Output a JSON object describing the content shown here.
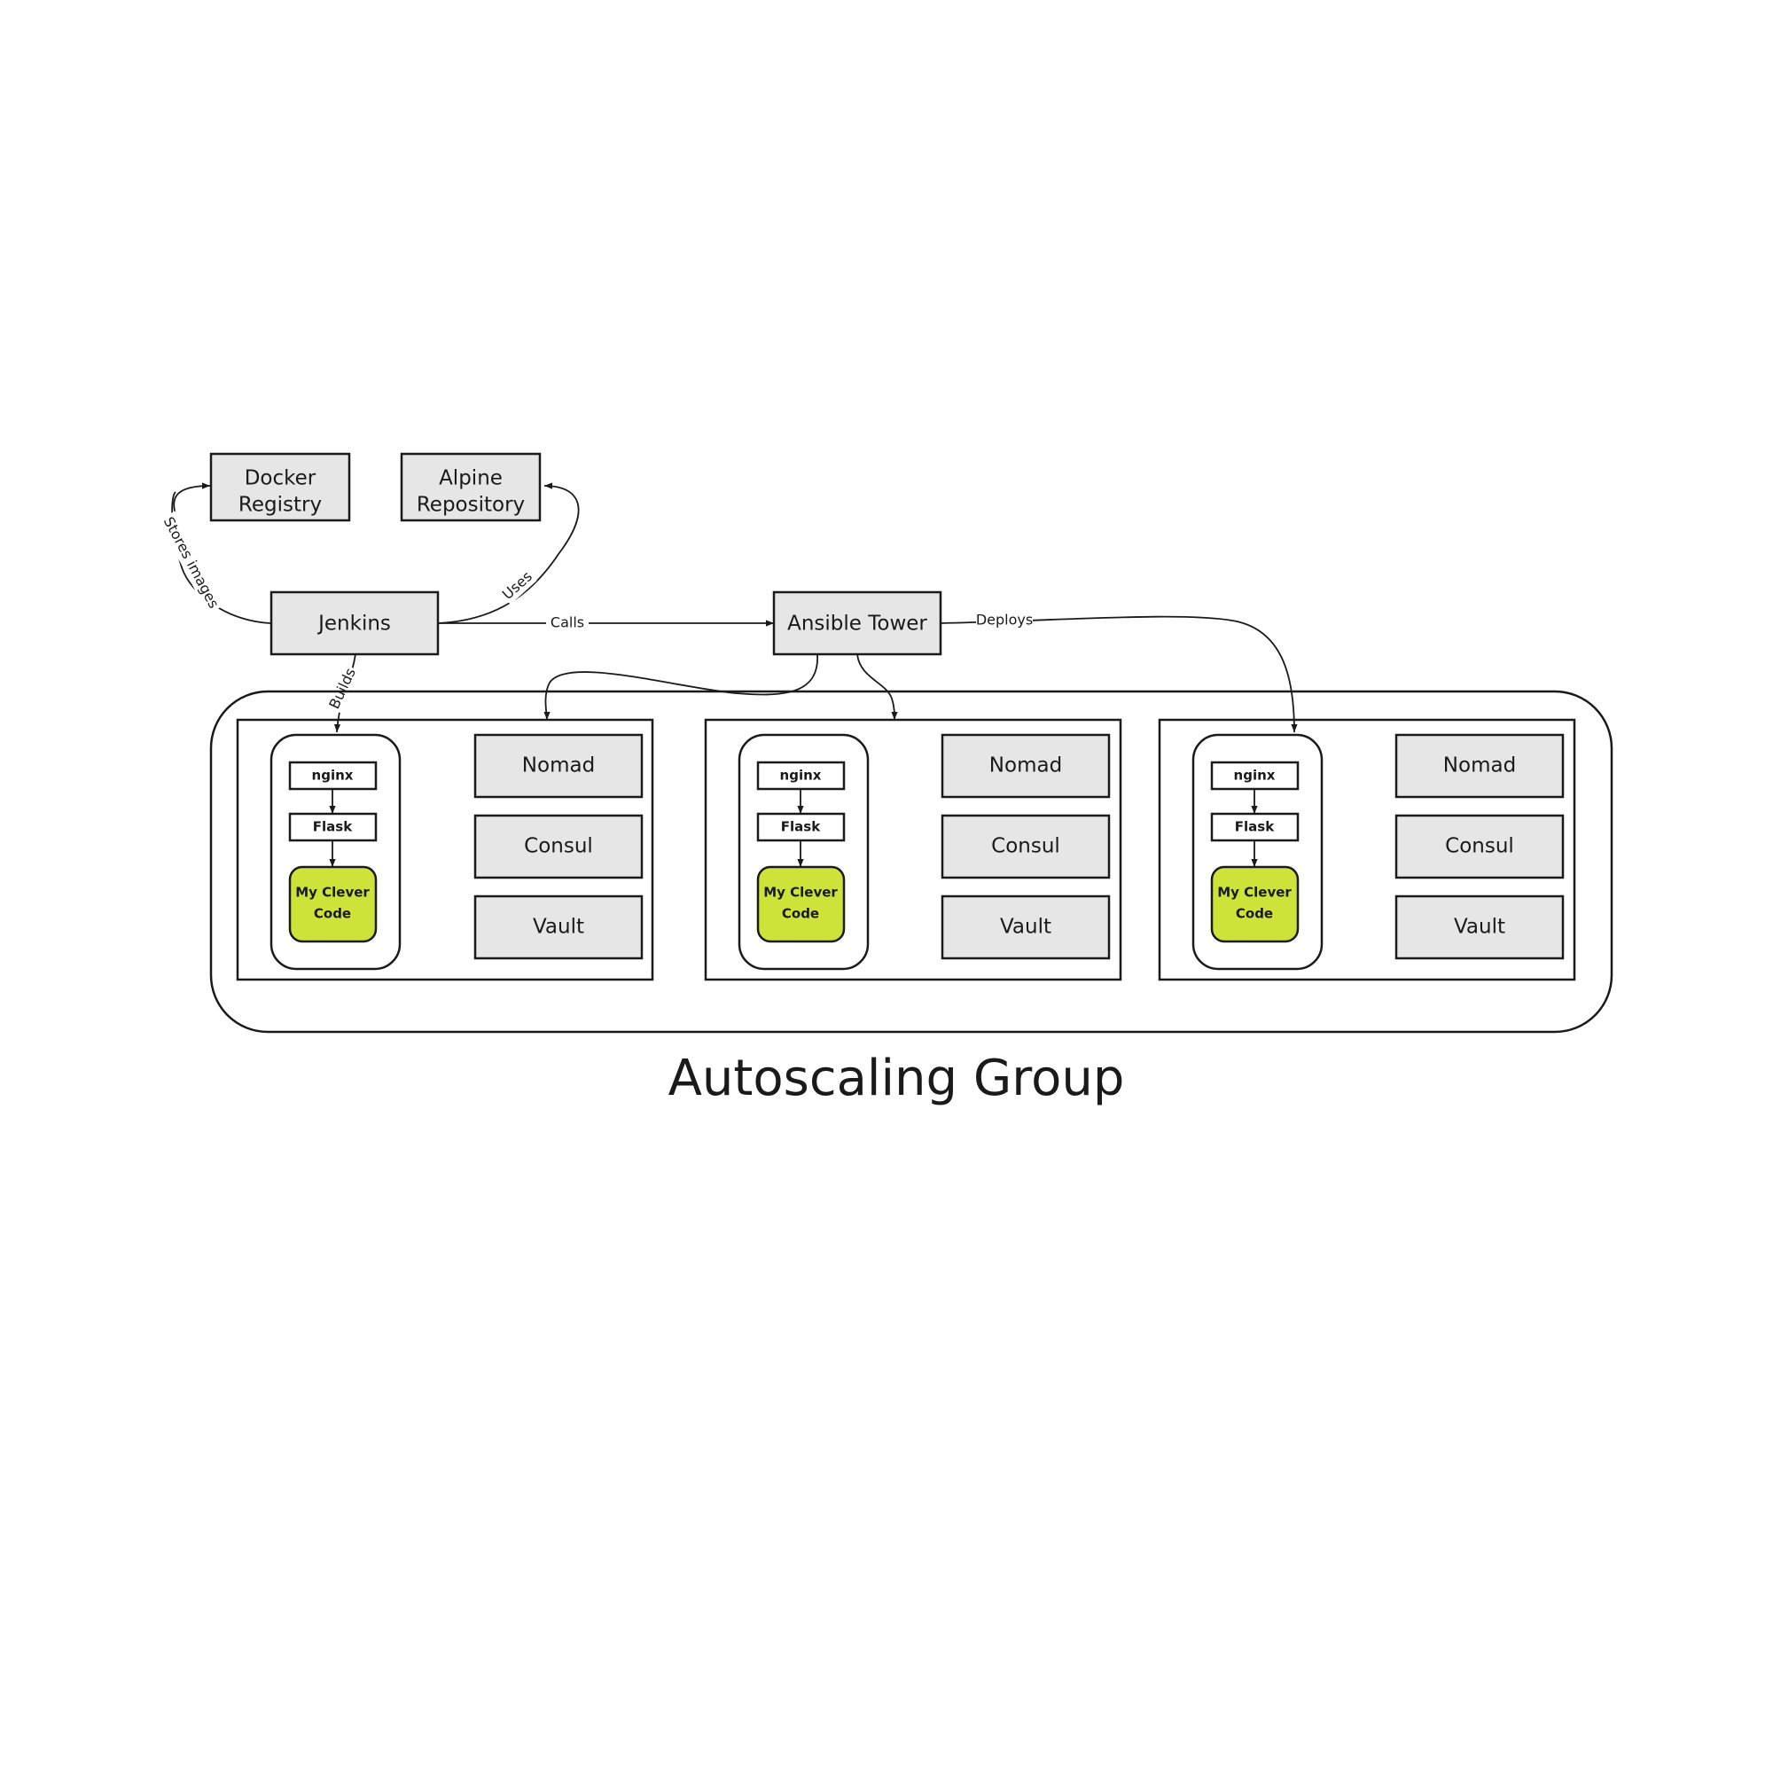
{
  "nodes": {
    "docker_registry": [
      "Docker",
      "Registry"
    ],
    "alpine_repository": [
      "Alpine",
      "Repository"
    ],
    "jenkins": "Jenkins",
    "ansible_tower": "Ansible Tower"
  },
  "edges": {
    "stores_images": "Stores images",
    "uses": "Uses",
    "calls": "Calls",
    "builds": "Builds",
    "deploys": "Deploys"
  },
  "group_title": "Autoscaling Group",
  "instances": [
    {
      "container": {
        "nginx": "nginx",
        "flask": "Flask",
        "code": [
          "My Clever",
          "Code"
        ]
      },
      "services": [
        "Nomad",
        "Consul",
        "Vault"
      ]
    },
    {
      "container": {
        "nginx": "nginx",
        "flask": "Flask",
        "code": [
          "My Clever",
          "Code"
        ]
      },
      "services": [
        "Nomad",
        "Consul",
        "Vault"
      ]
    },
    {
      "container": {
        "nginx": "nginx",
        "flask": "Flask",
        "code": [
          "My Clever",
          "Code"
        ]
      },
      "services": [
        "Nomad",
        "Consul",
        "Vault"
      ]
    }
  ],
  "colors": {
    "service_fill": "#e6e6e6",
    "code_fill": "#cde33a",
    "stroke": "#1a1a1a"
  }
}
